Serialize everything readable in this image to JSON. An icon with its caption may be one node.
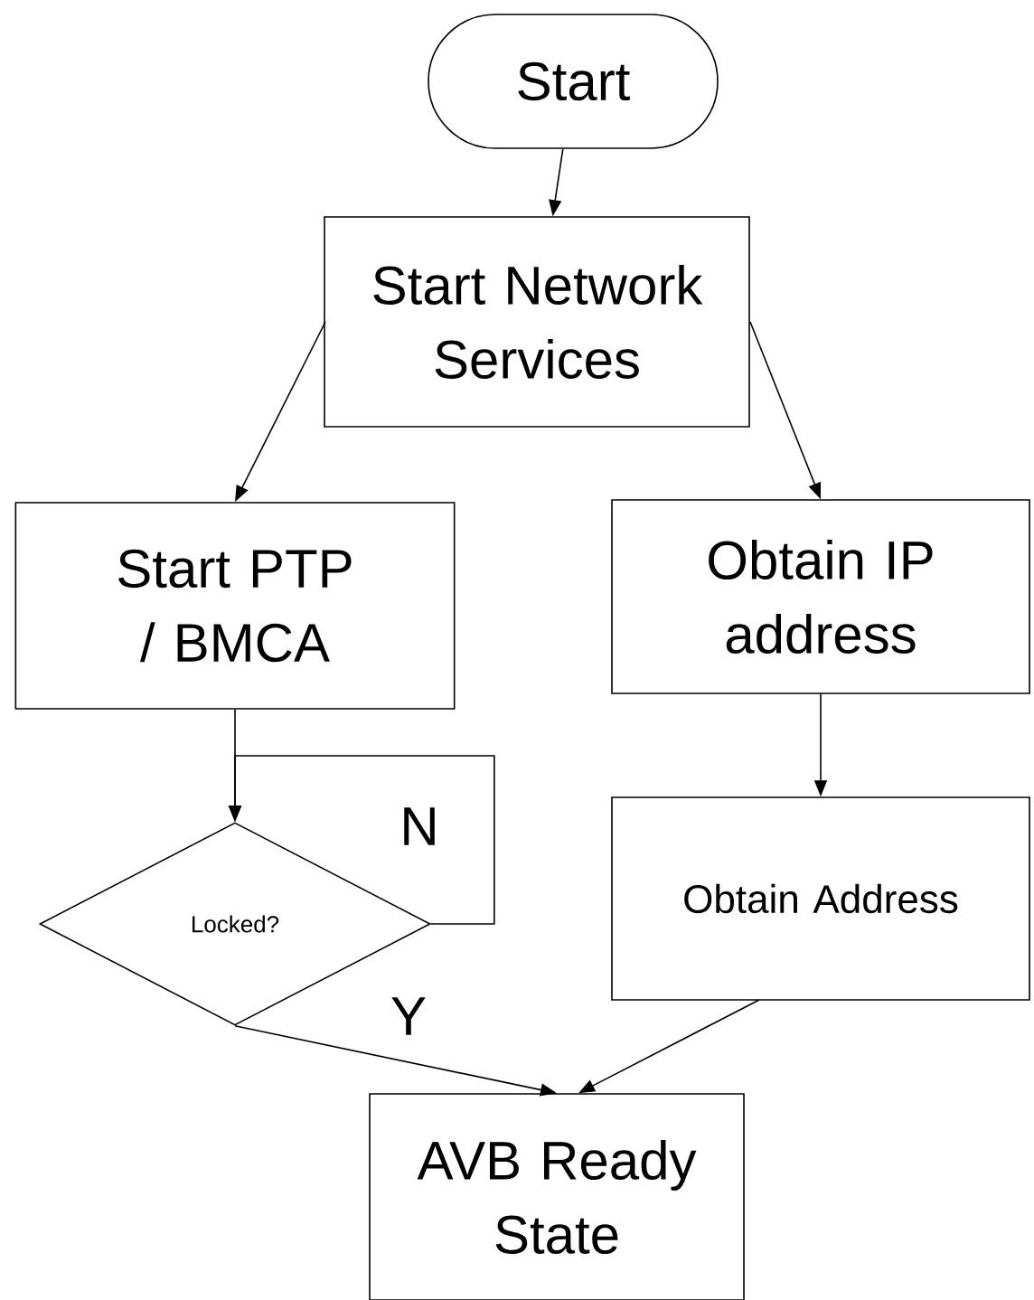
{
  "diagram": {
    "nodes": [
      {
        "text": [
          "Start"
        ]
      },
      {
        "text": [
          "Start Network Services"
        ]
      },
      {
        "text": [
          "Start PTP / BMCA"
        ]
      },
      {
        "text": [
          "Obtain IP address"
        ]
      },
      {
        "text": [
          "Locked?"
        ]
      },
      {
        "text": [
          "Obtain Address"
        ]
      },
      {
        "text": [
          "AVB Ready State"
        ]
      }
    ],
    "edges": [
      {
        "from": 0,
        "to": 1,
        "arrow": "to"
      },
      {
        "from": 1,
        "to": 2,
        "arrow": "to"
      },
      {
        "from": 1,
        "to": 3,
        "arrow": "to"
      },
      {
        "from": 2,
        "to": 4,
        "arrow": "to"
      },
      {
        "from": 4,
        "to": 4,
        "arrow": "to",
        "label": "N"
      },
      {
        "from": 4,
        "to": 6,
        "arrow": "to",
        "label": "Y"
      },
      {
        "from": 3,
        "to": 5,
        "arrow": "to"
      },
      {
        "from": 5,
        "to": 6,
        "arrow": "to"
      }
    ]
  }
}
